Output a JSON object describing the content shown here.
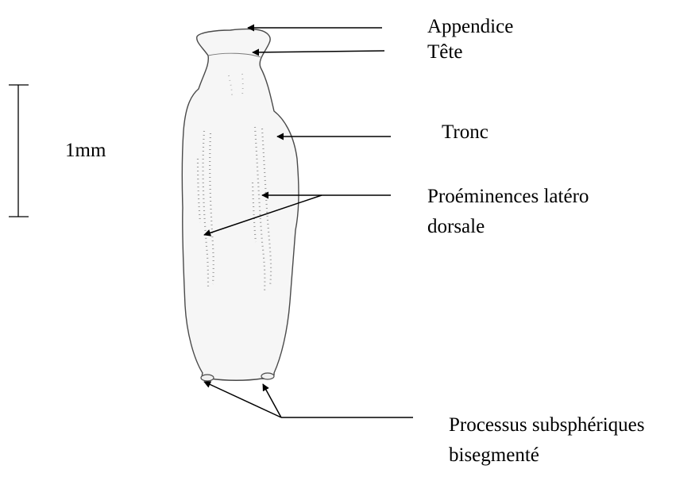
{
  "labels": {
    "appendice": "Appendice",
    "tete": "Tête",
    "tronc": "Tronc",
    "proeminences_line1": "Proéminences latéro",
    "proeminences_line2": "dorsale",
    "processus_line1": "Processus subsphériques",
    "processus_line2": "bisegmenté",
    "scale": "1mm"
  },
  "colors": {
    "ink": "#000000",
    "specimen_fill": "#f6f6f6",
    "specimen_outline": "#4a4a4a",
    "stipple": "#9a9a9a"
  }
}
